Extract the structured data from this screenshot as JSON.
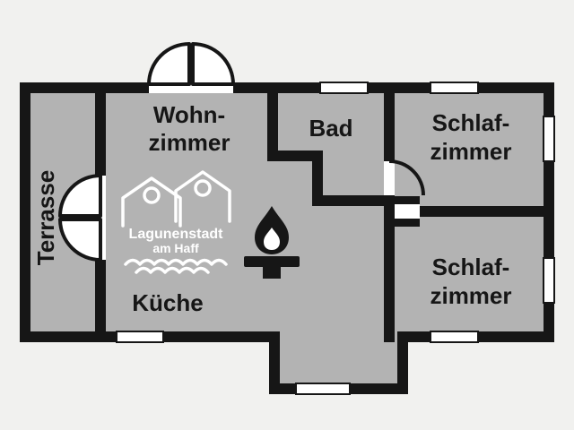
{
  "rooms": {
    "terrasse": {
      "label": "Terrasse"
    },
    "wohnzimmer": {
      "line1": "Wohn-",
      "line2": "zimmer"
    },
    "bad": {
      "label": "Bad"
    },
    "schlafzimmer_oben": {
      "line1": "Schlaf-",
      "line2": "zimmer"
    },
    "schlafzimmer_unten": {
      "line1": "Schlaf-",
      "line2": "zimmer"
    },
    "kueche": {
      "label": "Küche"
    }
  },
  "logo": {
    "line1": "Lagunenstadt",
    "line2": "am Haff"
  },
  "icons": {
    "fireplace": "fireplace-flame-icon",
    "houses": "twin-house-icon",
    "waves": "water-waves-icon",
    "entrance_door": "double-swing-door-icon",
    "terrace_door": "double-swing-door-icon",
    "bedroom_door": "swing-door-arc-icon"
  },
  "colors": {
    "background": "#f1f1ef",
    "floor": "#b3b3b3",
    "wall": "#161616",
    "window": "#ffffff",
    "label_text": "#161616",
    "logo": "#ffffff"
  }
}
